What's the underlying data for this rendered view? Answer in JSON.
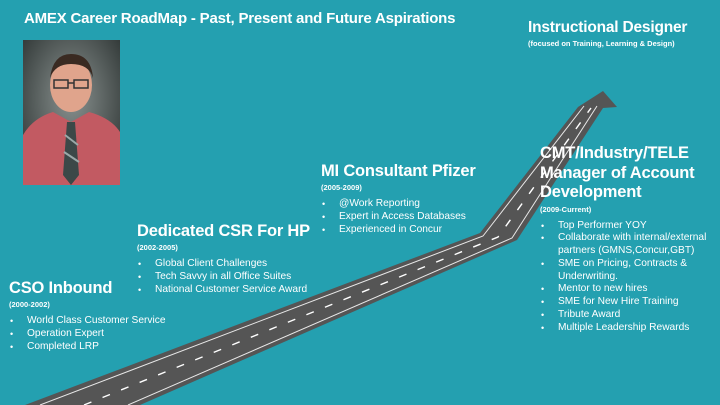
{
  "slide": {
    "title": "AMEX Career RoadMap - Past, Present and Future Aspirations",
    "colors": {
      "background": "#24a0b0",
      "road": "#555555",
      "road_line": "#ffffff"
    },
    "photo": {
      "alt": "Portrait photo of man in red shirt and striped tie"
    },
    "goal": {
      "title": "Instructional Designer",
      "subtitle": "(focused on Training, Learning & Design)"
    },
    "milestones": [
      {
        "title": "CSO Inbound",
        "dates": "(2000-2002)",
        "bullets": [
          "World Class Customer Service",
          "Operation Expert",
          "Completed LRP"
        ]
      },
      {
        "title": "Dedicated CSR For HP",
        "dates": "(2002-2005)",
        "bullets": [
          "Global Client Challenges",
          "Tech Savvy in all Office Suites",
          "National Customer Service Award"
        ]
      },
      {
        "title": "MI Consultant Pfizer",
        "dates": "(2005-2009)",
        "bullets": [
          "@Work Reporting",
          "Expert in Access Databases",
          "Experienced in Concur"
        ]
      },
      {
        "title_lines": [
          "CMT/Industry/TELE",
          "Manager of Account",
          "Development"
        ],
        "dates": "(2009-Current)",
        "bullets": [
          "Top Performer YOY",
          "Collaborate with internal/external partners (GMNS,Concur,GBT)",
          "SME on Pricing, Contracts & Underwriting.",
          "Mentor to new hires",
          "SME for New Hire Training",
          "Tribute Award",
          "Multiple Leadership Rewards"
        ]
      }
    ]
  }
}
